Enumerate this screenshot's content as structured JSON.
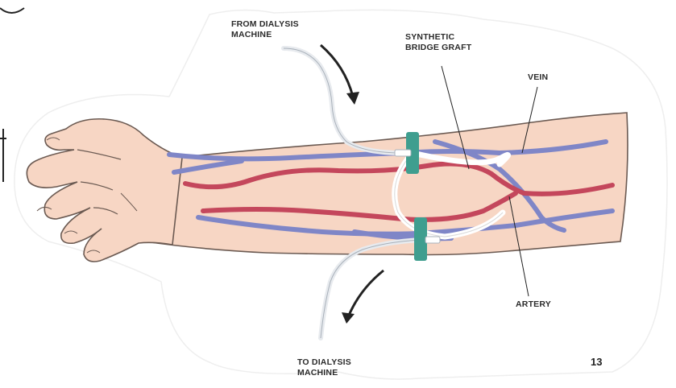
{
  "labels": {
    "from_dialysis_line1": "FROM DIALYSIS",
    "from_dialysis_line2": "MACHINE",
    "synthetic_line1": "SYNTHETIC",
    "synthetic_line2": "BRIDGE GRAFT",
    "vein": "VEIN",
    "artery": "ARTERY",
    "to_dialysis_line1": "TO DIALYSIS",
    "to_dialysis_line2": "MACHINE"
  },
  "slide_number": "13",
  "colors": {
    "skin": "#f7d6c4",
    "skin_outline": "#6b5a52",
    "vein": "#7f86c7",
    "artery": "#c4475c",
    "graft": "#ffffff",
    "needle_clamp": "#3f9e8f",
    "tube": "#e7eaee"
  }
}
